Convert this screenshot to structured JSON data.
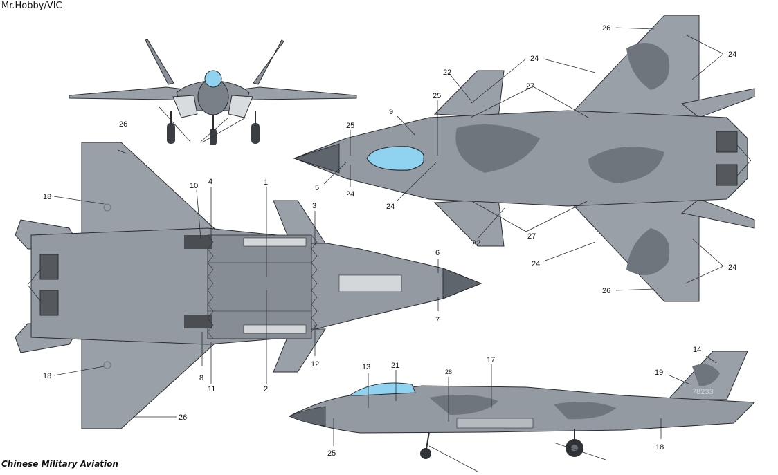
{
  "credits": {
    "top": "Mr.Hobby/VIC",
    "bottom": "Chinese Military Aviation"
  },
  "tail_number": "78233",
  "callouts": {
    "c1": "1",
    "c2": "2",
    "c3": "3",
    "c4": "4",
    "c5": "5",
    "c6": "6",
    "c7": "7",
    "c8": "8",
    "c9": "9",
    "c10": "10",
    "c11": "11",
    "c12": "12",
    "c13": "13",
    "c14": "14",
    "c17": "17",
    "c18": "18",
    "c19": "19",
    "c21": "21",
    "c22": "22",
    "c24": "24",
    "c25": "25",
    "c26": "26",
    "c27": "27",
    "c28": "28"
  },
  "colors": {
    "light_grey": "#9aa0a7",
    "mid_grey": "#868c93",
    "dark_grey": "#6f757c",
    "canopy": "#8fd3f0",
    "outline": "#2a2d31"
  }
}
